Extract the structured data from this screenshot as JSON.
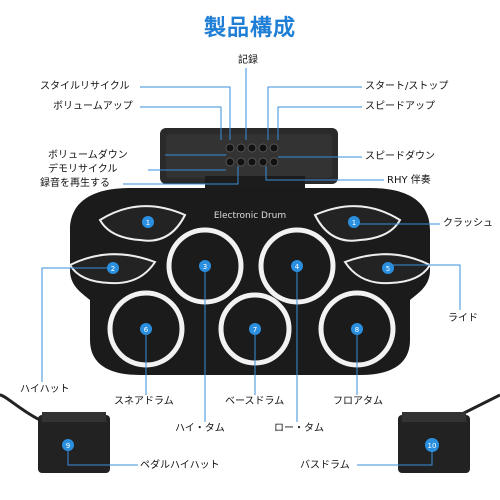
{
  "title": "製品構成",
  "colors": {
    "accent": "#1f7fd6",
    "line": "#3a8fd8",
    "pad": "#1b1b1b",
    "ring": "#f2f2f2",
    "badge": "#2b8fe0"
  },
  "pad_label": "Electronic Drum",
  "badges": {
    "b1": "1",
    "b2": "2",
    "b3": "3",
    "b4": "4",
    "b5": "5",
    "b6": "6",
    "b7": "7",
    "b8": "8",
    "b9": "9",
    "b10": "10"
  },
  "labels": {
    "style_recycle": "スタイルリサイクル",
    "volume_up": "ボリュームアップ",
    "volume_down": "ボリュームダウン",
    "demo_recycle": "デモリサイクル",
    "play_recording": "録音を再生する",
    "record": "記録",
    "start_stop": "スタート/ストップ",
    "speed_up": "スピードアップ",
    "speed_down": "スピードダウン",
    "rhy": "RHY 伴奏",
    "crash": "クラッシュ",
    "ride": "ライド",
    "hihat": "ハイハット",
    "snare": "スネアドラム",
    "bass": "ベースドラム",
    "floor_tom": "フロアタム",
    "high_tom": "ハイ・タム",
    "low_tom": "ロー・タム",
    "pedal_hihat": "ペダルハイハット",
    "bass_drum": "バスドラム"
  }
}
